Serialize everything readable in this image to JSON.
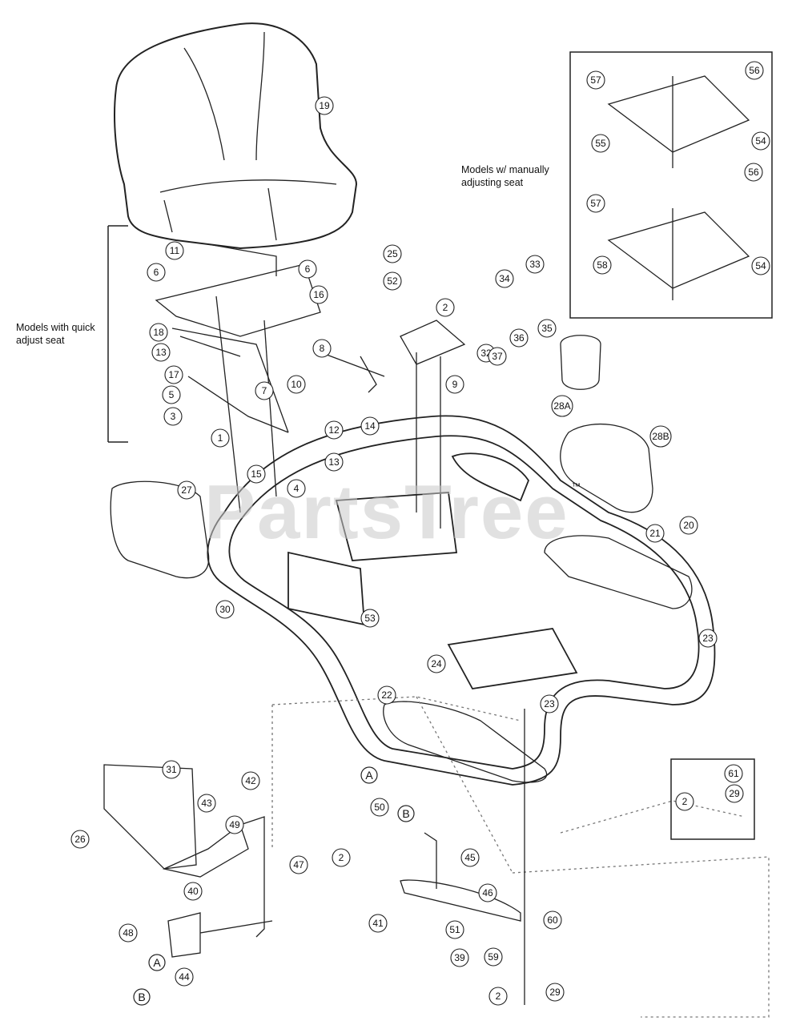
{
  "notes": {
    "quick_adjust": "Models with quick\nadjust seat",
    "manual_adjust": "Models w/ manually\nadjusting seat"
  },
  "watermark": "PartsTree",
  "trademark": "™",
  "callouts": [
    {
      "id": "c19",
      "label": "19"
    },
    {
      "id": "c11",
      "label": "11"
    },
    {
      "id": "c6a",
      "label": "6"
    },
    {
      "id": "c6b",
      "label": "6"
    },
    {
      "id": "c16",
      "label": "16"
    },
    {
      "id": "c18",
      "label": "18"
    },
    {
      "id": "c13a",
      "label": "13"
    },
    {
      "id": "c17",
      "label": "17"
    },
    {
      "id": "c5",
      "label": "5"
    },
    {
      "id": "c3",
      "label": "3"
    },
    {
      "id": "c7",
      "label": "7"
    },
    {
      "id": "c10",
      "label": "10"
    },
    {
      "id": "c1",
      "label": "1"
    },
    {
      "id": "c15",
      "label": "15"
    },
    {
      "id": "c13b",
      "label": "13"
    },
    {
      "id": "c4",
      "label": "4"
    },
    {
      "id": "c8",
      "label": "8"
    },
    {
      "id": "c12",
      "label": "12"
    },
    {
      "id": "c14",
      "label": "14"
    },
    {
      "id": "c25",
      "label": "25"
    },
    {
      "id": "c52",
      "label": "52"
    },
    {
      "id": "c2a",
      "label": "2"
    },
    {
      "id": "c9",
      "label": "9"
    },
    {
      "id": "c32",
      "label": "32"
    },
    {
      "id": "c33",
      "label": "33"
    },
    {
      "id": "c34",
      "label": "34"
    },
    {
      "id": "c35",
      "label": "35"
    },
    {
      "id": "c36",
      "label": "36"
    },
    {
      "id": "c37",
      "label": "37"
    },
    {
      "id": "c28A",
      "label": "28A"
    },
    {
      "id": "c28B",
      "label": "28B"
    },
    {
      "id": "c27",
      "label": "27"
    },
    {
      "id": "c21",
      "label": "21"
    },
    {
      "id": "c20",
      "label": "20"
    },
    {
      "id": "c30",
      "label": "30"
    },
    {
      "id": "c53",
      "label": "53"
    },
    {
      "id": "c24",
      "label": "24"
    },
    {
      "id": "c23a",
      "label": "23"
    },
    {
      "id": "c22",
      "label": "22"
    },
    {
      "id": "c23b",
      "label": "23"
    },
    {
      "id": "c57a",
      "label": "57"
    },
    {
      "id": "c56a",
      "label": "56"
    },
    {
      "id": "c55",
      "label": "55"
    },
    {
      "id": "c54a",
      "label": "54"
    },
    {
      "id": "c56b",
      "label": "56"
    },
    {
      "id": "c57b",
      "label": "57"
    },
    {
      "id": "c58",
      "label": "58"
    },
    {
      "id": "c54b",
      "label": "54"
    },
    {
      "id": "c31",
      "label": "31"
    },
    {
      "id": "c43",
      "label": "43"
    },
    {
      "id": "c26",
      "label": "26"
    },
    {
      "id": "c49",
      "label": "49"
    },
    {
      "id": "c42",
      "label": "42"
    },
    {
      "id": "c47",
      "label": "47"
    },
    {
      "id": "c50",
      "label": "50"
    },
    {
      "id": "c2b",
      "label": "2"
    },
    {
      "id": "c45",
      "label": "45"
    },
    {
      "id": "c46",
      "label": "46"
    },
    {
      "id": "c41",
      "label": "41"
    },
    {
      "id": "c51",
      "label": "51"
    },
    {
      "id": "c60",
      "label": "60"
    },
    {
      "id": "c39",
      "label": "39"
    },
    {
      "id": "c59",
      "label": "59"
    },
    {
      "id": "c40",
      "label": "40"
    },
    {
      "id": "c48",
      "label": "48"
    },
    {
      "id": "c44",
      "label": "44"
    },
    {
      "id": "c2c",
      "label": "2"
    },
    {
      "id": "c29a",
      "label": "29"
    },
    {
      "id": "c61",
      "label": "61"
    },
    {
      "id": "c2d",
      "label": "2"
    },
    {
      "id": "c29b",
      "label": "29"
    }
  ],
  "refs": {
    "A1": "A",
    "A2": "A",
    "B1": "B",
    "B2": "B"
  }
}
